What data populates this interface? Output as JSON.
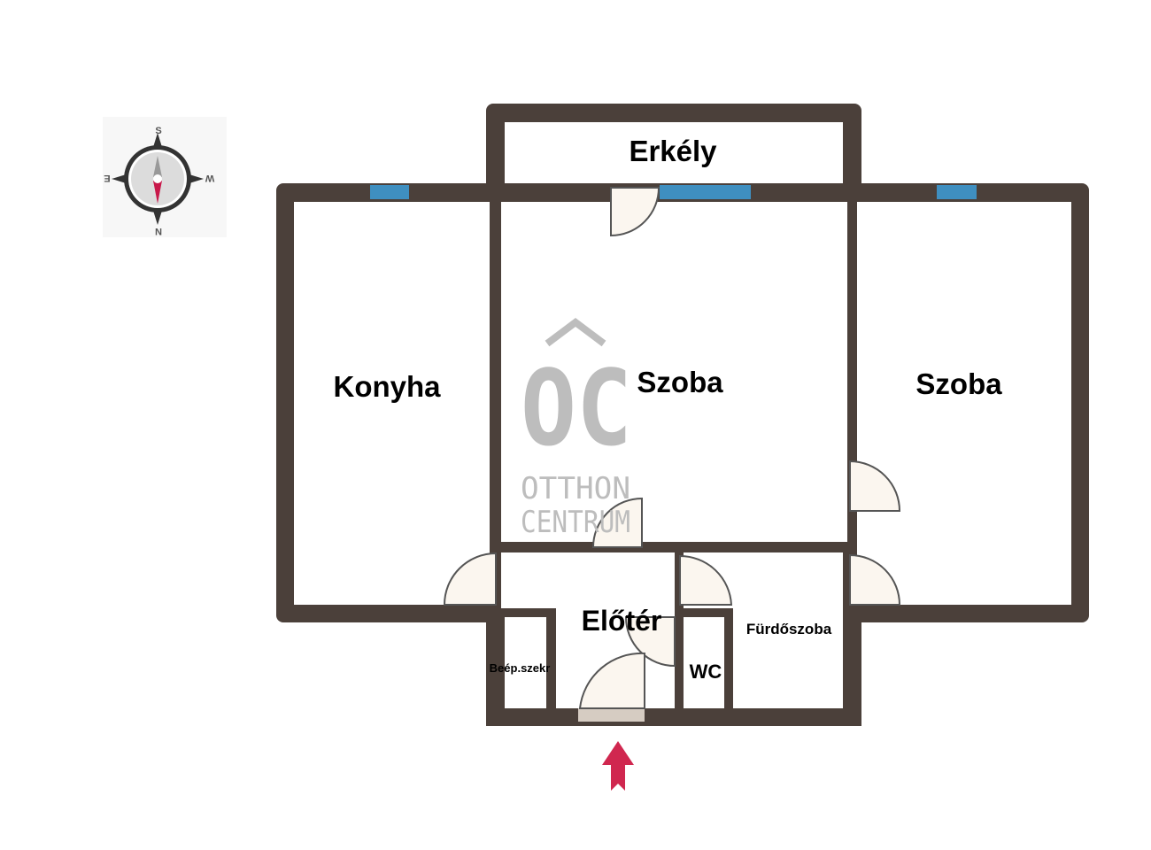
{
  "rooms": {
    "balcony": "Erkély",
    "kitchen": "Konyha",
    "room_middle": "Szoba",
    "room_right": "Szoba",
    "hall": "Előtér",
    "bathroom": "Fürdőszoba",
    "wc": "WC",
    "closet": "Beép.szekr"
  },
  "compass": {
    "north": "N",
    "south": "S",
    "east": "E",
    "west": "W"
  },
  "watermark": {
    "line1": "OTTHON",
    "line2": "CENTRUM",
    "mark": "OC"
  },
  "colors": {
    "wall": "#4b403a",
    "window": "#3f8fc0",
    "door_fill": "#fbf6ef",
    "entrance_arrow": "#d0274f",
    "watermark": "#bdbdbd"
  }
}
